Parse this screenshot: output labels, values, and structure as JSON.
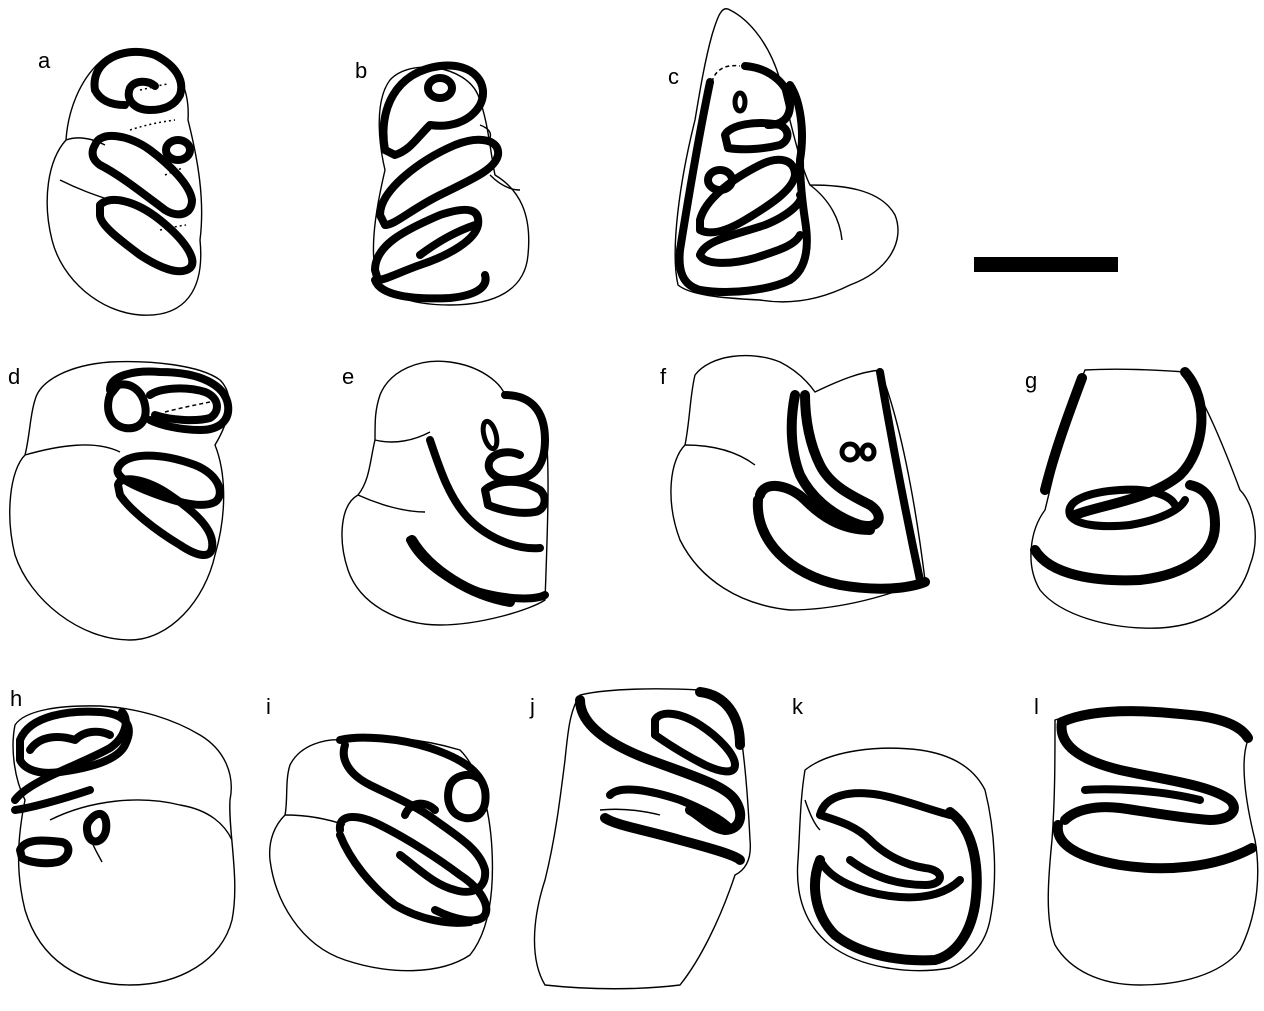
{
  "figure": {
    "panels": [
      {
        "id": "a",
        "label": "a"
      },
      {
        "id": "b",
        "label": "b"
      },
      {
        "id": "c",
        "label": "c"
      },
      {
        "id": "d",
        "label": "d"
      },
      {
        "id": "e",
        "label": "e"
      },
      {
        "id": "f",
        "label": "f"
      },
      {
        "id": "g",
        "label": "g"
      },
      {
        "id": "h",
        "label": "h"
      },
      {
        "id": "i",
        "label": "i"
      },
      {
        "id": "j",
        "label": "j"
      },
      {
        "id": "k",
        "label": "k"
      },
      {
        "id": "l",
        "label": "l"
      }
    ],
    "colors": {
      "line": "#000000",
      "background": "#ffffff"
    }
  }
}
